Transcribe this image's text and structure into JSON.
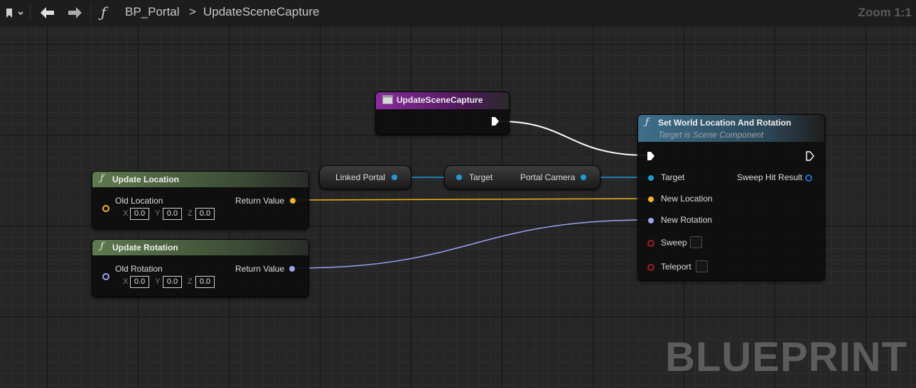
{
  "toolbar": {
    "breadcrumb_blueprint": "BP_Portal",
    "breadcrumb_separator": ">",
    "breadcrumb_function": "UpdateSceneCapture",
    "function_icon": "ƒ",
    "zoom": "Zoom 1:1"
  },
  "watermark": "BLUEPRINT",
  "icons": {
    "bookmark": "bookmark-icon",
    "back": "arrow-left-icon",
    "forward": "arrow-right-icon",
    "function": "function-icon"
  },
  "colors": {
    "exec": "#ffffff",
    "object": "#1e9ad8",
    "vector": "#f0b41e",
    "rotator": "#98a4f0",
    "bool": "#a01e1e"
  },
  "nodes": {
    "entry": {
      "title": "UpdateSceneCapture"
    },
    "update_location": {
      "title": "Update Location",
      "input_label": "Old Location",
      "output_label": "Return Value",
      "x_label": "X",
      "x_value": "0.0",
      "y_label": "Y",
      "y_value": "0.0",
      "z_label": "Z",
      "z_value": "0.0"
    },
    "update_rotation": {
      "title": "Update Rotation",
      "input_label": "Old Rotation",
      "output_label": "Return Value",
      "x_label": "X",
      "x_value": "0.0",
      "y_label": "Y",
      "y_value": "0.0",
      "z_label": "Z",
      "z_value": "0.0"
    },
    "linked_portal": {
      "label": "Linked Portal"
    },
    "portal_camera": {
      "input_label": "Target",
      "output_label": "Portal Camera"
    },
    "set_world": {
      "title": "Set World Location And Rotation",
      "subtitle": "Target is Scene Component",
      "pins": {
        "target": "Target",
        "new_location": "New Location",
        "new_rotation": "New Rotation",
        "sweep": "Sweep",
        "teleport": "Teleport",
        "sweep_hit_result": "Sweep Hit Result"
      }
    }
  }
}
